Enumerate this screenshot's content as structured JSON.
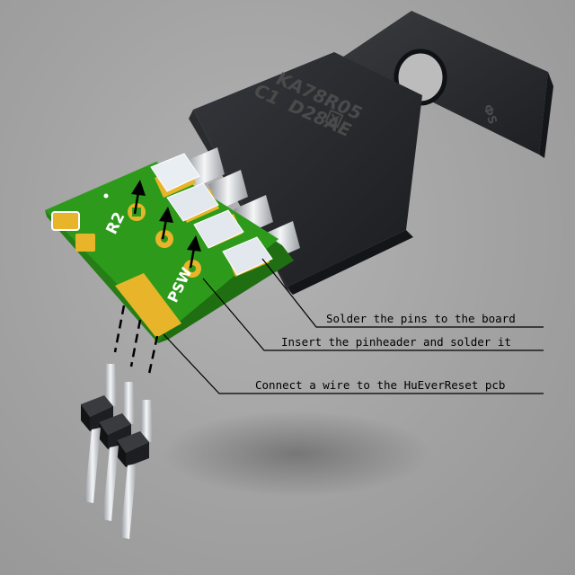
{
  "chip": {
    "marking": [
      "KA78R05",
      "C1",
      "D28AE"
    ],
    "tab_mark": "ФS"
  },
  "pcb": {
    "silk_r2": "R2",
    "silk_psw": "PSW"
  },
  "callouts": [
    {
      "id": "solder-pins",
      "text": "Solder the pins to the board"
    },
    {
      "id": "insert-header",
      "text": "Insert the pinheader and solder it"
    },
    {
      "id": "connect-wire",
      "text": "Connect a wire to the HuEverReset pcb"
    }
  ],
  "colors": {
    "pcb": "#2e9a1c",
    "pad": "#e8b52a",
    "chip": "#2a2c31",
    "leader": "#000000"
  }
}
